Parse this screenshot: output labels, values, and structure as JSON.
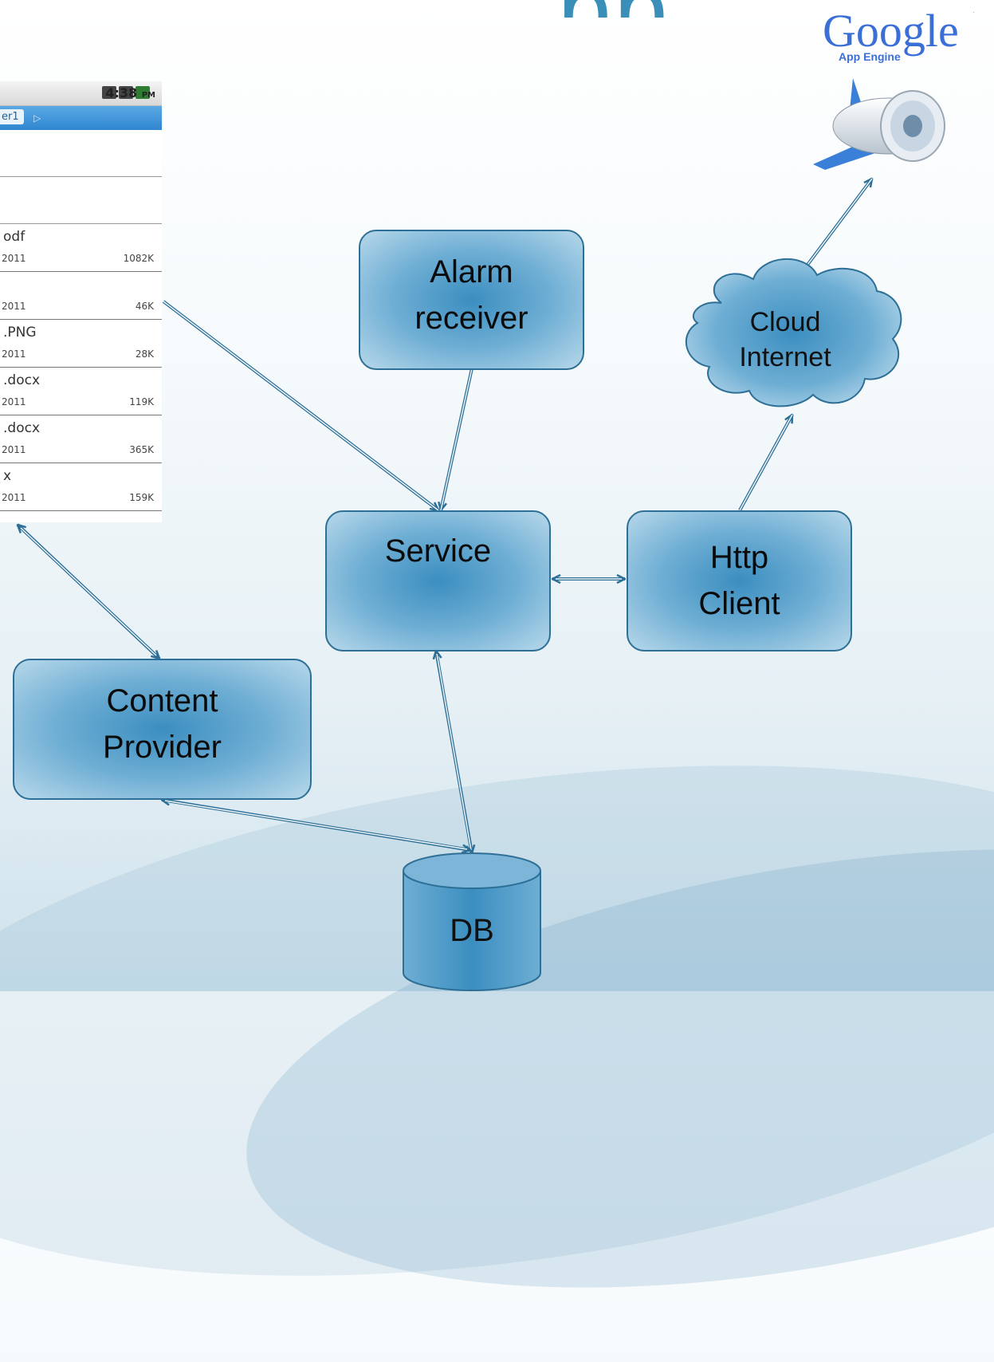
{
  "title_fragment": "pp",
  "phone": {
    "time": "4:38",
    "ampm": "PM",
    "breadcrumb": "er1",
    "files": [
      {
        "name": "odf",
        "date": "2011",
        "size": "1082K"
      },
      {
        "name": "",
        "date": "2011",
        "size": "46K"
      },
      {
        "name": ".PNG",
        "date": "2011",
        "size": "28K"
      },
      {
        "name": ".docx",
        "date": "2011",
        "size": "119K"
      },
      {
        "name": ".docx",
        "date": "2011",
        "size": "365K"
      },
      {
        "name": "x",
        "date": "2011",
        "size": "159K"
      }
    ]
  },
  "boxes": {
    "alarm": [
      "Alarm",
      "receiver"
    ],
    "service": [
      "Service"
    ],
    "http": [
      "Http",
      "Client"
    ],
    "content": [
      "Content",
      "Provider"
    ],
    "cloud": [
      "Cloud",
      "Internet"
    ],
    "db": "DB"
  },
  "logo": {
    "brand": "Google",
    "product": "App Engine",
    "tm": "™"
  },
  "colors": {
    "box_border": "#2d6f96",
    "arrow": "#2d6f96",
    "box_center": "#3b8ec0"
  }
}
